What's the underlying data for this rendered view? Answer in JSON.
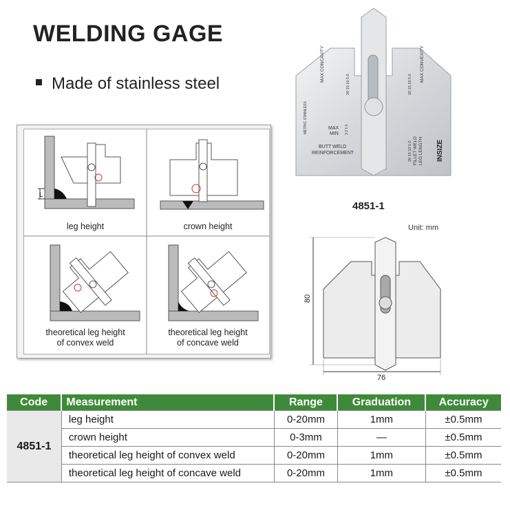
{
  "title": "WELDING GAGE",
  "feature": "Made of stainless steel",
  "diagrams": [
    {
      "caption": "leg height"
    },
    {
      "caption": "crown height"
    },
    {
      "caption_line1": "theoretical leg height",
      "caption_line2": "of convex weld"
    },
    {
      "caption_line1": "theoretical leg height",
      "caption_line2": "of concave weld"
    }
  ],
  "diagram_letter": "L",
  "photo": {
    "label_max_concavity": "MAX CONCAVITY",
    "label_max_convexity": "MAX CONVEXITY",
    "label_metric_stainless": "METRIC STAINLESS",
    "label_max": "MAX",
    "label_min": "MIN",
    "label_butt_weld": "BUTT WELD",
    "label_reinforcement": "REINFORCEMENT",
    "label_fillet_weld": "FILLET WELD",
    "label_leg_length": "LEG LENGTH",
    "brand": "INSIZE",
    "scale_left": "20 15 10 5 0",
    "scale_right": "20 15 10 5 0",
    "scale_lower": "20 15 10 5 0",
    "small_scale": "3 2 1 0"
  },
  "model": "4851-1",
  "unit": "Unit: mm",
  "dims": {
    "height": "80",
    "width": "76"
  },
  "table": {
    "headers": [
      "Code",
      "Measurement",
      "Range",
      "Graduation",
      "Accuracy"
    ],
    "code": "4851-1",
    "rows": [
      {
        "measurement": "leg height",
        "range": "0-20mm",
        "graduation": "1mm",
        "accuracy": "±0.5mm"
      },
      {
        "measurement": "crown height",
        "range": "0-3mm",
        "graduation": "—",
        "accuracy": "±0.5mm"
      },
      {
        "measurement": "theoretical leg height of convex weld",
        "range": "0-20mm",
        "graduation": "1mm",
        "accuracy": "±0.5mm"
      },
      {
        "measurement": "theoretical leg height of concave weld",
        "range": "0-20mm",
        "graduation": "1mm",
        "accuracy": "±0.5mm"
      }
    ]
  }
}
